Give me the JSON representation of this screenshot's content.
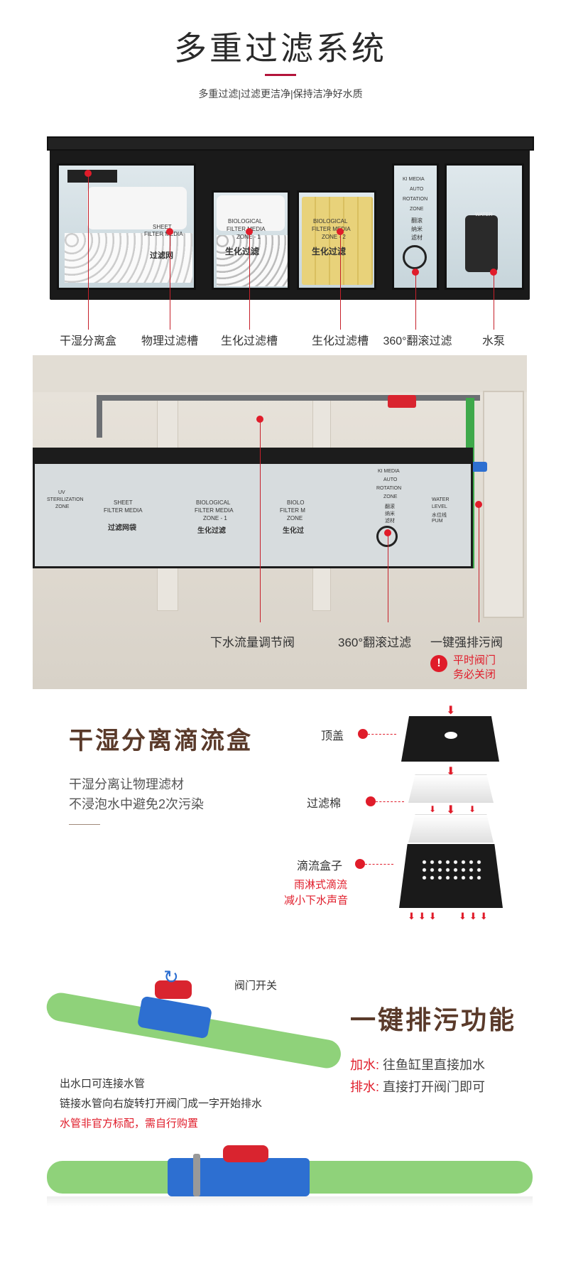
{
  "header": {
    "title": "多重过滤系统",
    "subtitle": "多重过滤|过滤更洁净|保持洁净好水质"
  },
  "section1": {
    "labels": [
      "干湿分离盒",
      "物理过滤槽",
      "生化过滤槽",
      "生化过滤槽",
      "360°翻滚过滤",
      "水泵"
    ],
    "tank_texts": {
      "c1_l1": "SHEET",
      "c1_l2": "FILTER MEDIA",
      "c1_l3": "过滤网",
      "c2_l1": "BIOLOGICAL",
      "c2_l2": "FILTER MEDIA",
      "c2_l3": "ZONE - 1",
      "c2_l4": "生化过滤",
      "c3_l1": "BIOLOGICAL",
      "c3_l2": "FILTER MEDIA",
      "c3_l3": "ZONE - 2",
      "c3_l4": "生化过滤",
      "c4_l1": "KI MEDIA",
      "c4_l2": "AUTO",
      "c4_l3": "ROTATION",
      "c4_l4": "ZONE",
      "c4_l5": "翻滚",
      "c4_l6": "纳米",
      "c4_l7": "滤材",
      "c5_l1": "WATER"
    }
  },
  "section2": {
    "labels": [
      "下水流量调节阀",
      "360°翻滚过滤",
      "一键强排污阀"
    ],
    "warning": [
      "平时阀门",
      "务必关闭"
    ],
    "tank_texts": {
      "a1": "UV",
      "a2": "STERILIZATION",
      "a3": "ZONE",
      "b1": "SHEET",
      "b2": "FILTER MEDIA",
      "b3": "过滤网袋",
      "c1": "BIOLOGICAL",
      "c2": "FILTER MEDIA",
      "c3": "ZONE - 1",
      "c4": "生化过滤",
      "d1": "BIOLO",
      "d2": "FILTER M",
      "d3": "ZONE",
      "d4": "生化过",
      "e1": "KI MEDIA",
      "e2": "AUTO",
      "e3": "ROTATION",
      "e4": "ZONE",
      "e5": "翻滚",
      "e6": "纳米",
      "e7": "滤材",
      "f1": "WATER",
      "f2": "LEVEL",
      "f3": "水位线",
      "f4": "PUM"
    }
  },
  "section3": {
    "title": "干湿分离滴流盒",
    "desc": [
      "干湿分离让物理滤材",
      "不浸泡水中避免2次污染"
    ],
    "labels": {
      "top": "顶盖",
      "cotton": "过滤棉",
      "box": "滴流盒子"
    },
    "red_note": [
      "雨淋式滴流",
      "减小下水声音"
    ]
  },
  "section4": {
    "title": "一键排污功能",
    "valve_label": "阀门开关",
    "lines": [
      {
        "key": "加水:",
        "value": "往鱼缸里直接加水"
      },
      {
        "key": "排水:",
        "value": "直接打开阀门即可"
      }
    ],
    "left_text": [
      "出水口可连接水管",
      "链接水管向右旋转打开阀门成一字开始排水"
    ],
    "left_red": "水管非官方标配，需自行购置"
  },
  "colors": {
    "accent_red": "#e01c2a",
    "title_brown": "#5a3a2a",
    "title_bar": "#b3143a",
    "pipe_green": "#8fd27a",
    "valve_red": "#d9242f",
    "valve_blue": "#2d6fd1"
  }
}
